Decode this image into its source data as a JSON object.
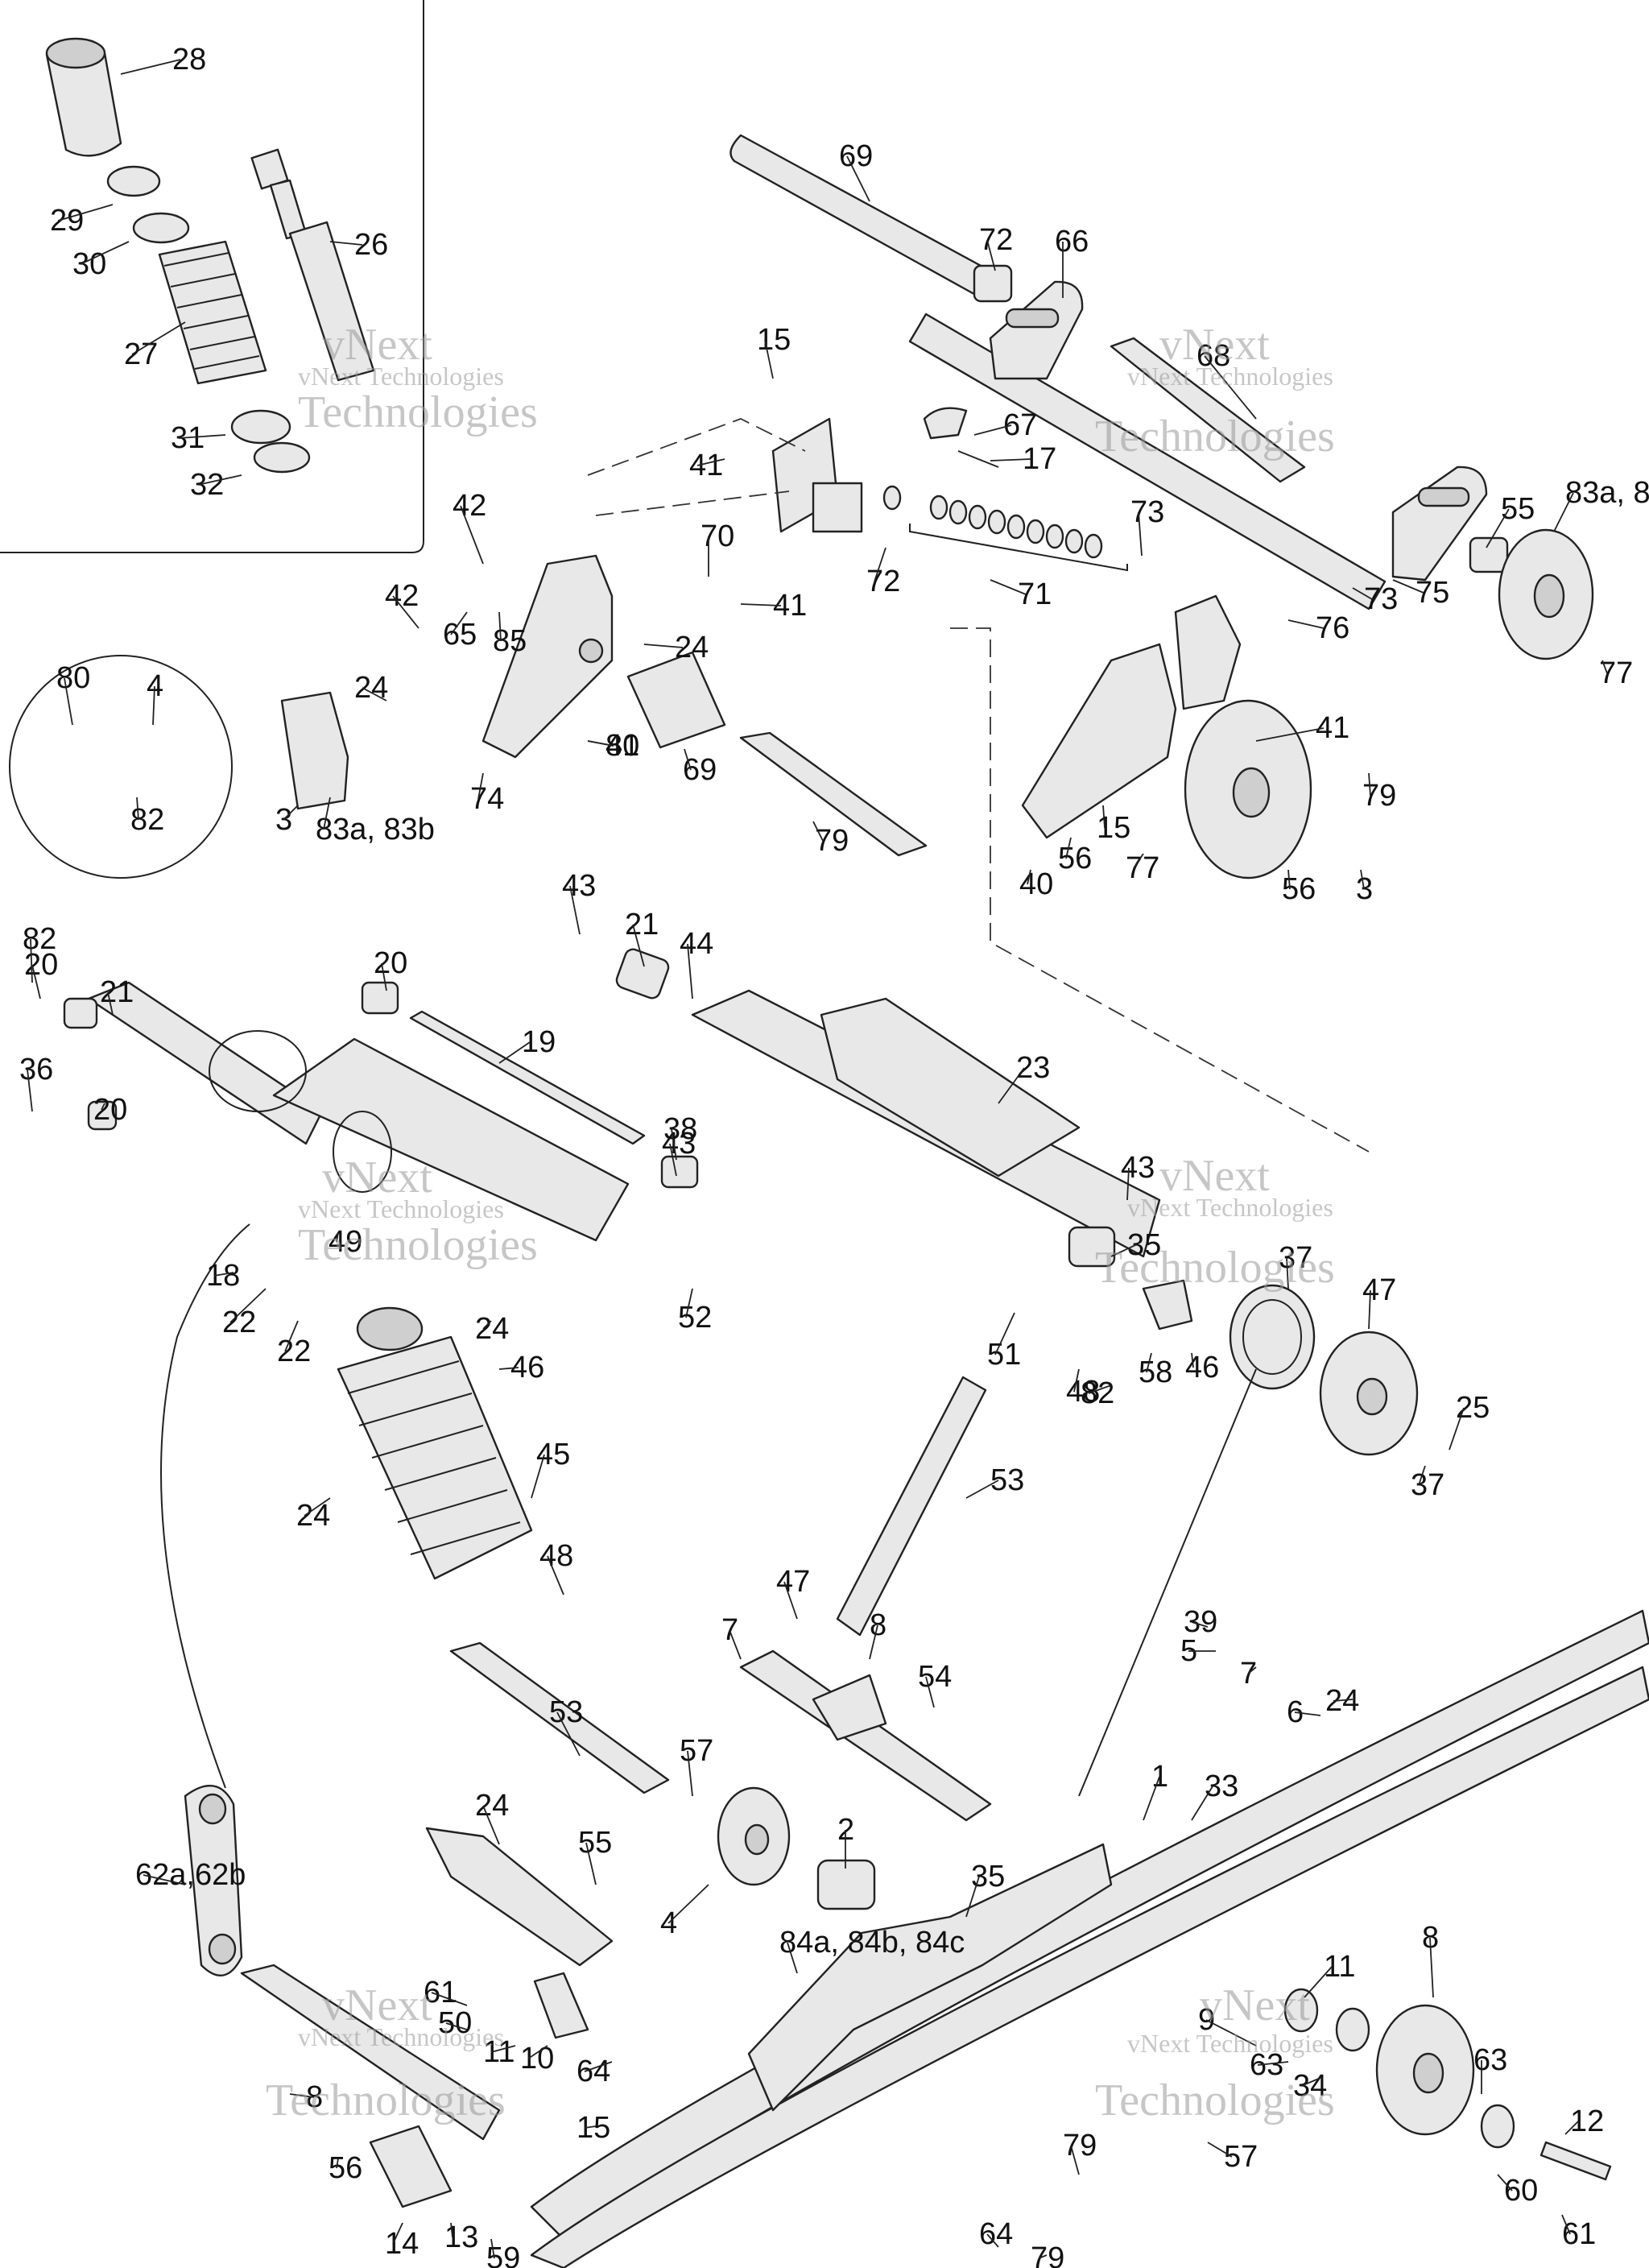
{
  "watermark": {
    "line1": "vNext",
    "line2": "vNext Technologies",
    "line3": "Technologies"
  },
  "callouts": [
    "28",
    "29",
    "30",
    "27",
    "26",
    "31",
    "32",
    "69",
    "72",
    "66",
    "15",
    "68",
    "67",
    "17",
    "41",
    "55",
    "83a, 8",
    "42",
    "70",
    "73",
    "72",
    "71",
    "41",
    "73",
    "75",
    "76",
    "77",
    "65",
    "85",
    "24",
    "42",
    "81",
    "80",
    "4",
    "24",
    "40",
    "83a, 83b",
    "41",
    "3",
    "74",
    "69",
    "79",
    "79",
    "56",
    "77",
    "56",
    "3",
    "40",
    "15",
    "82",
    "43",
    "21",
    "44",
    "82",
    "20",
    "21",
    "20",
    "19",
    "38",
    "23",
    "36",
    "20",
    "43",
    "43",
    "35",
    "18",
    "49",
    "37",
    "22",
    "47",
    "52",
    "22",
    "24",
    "46",
    "51",
    "58",
    "46",
    "48",
    "82",
    "25",
    "45",
    "53",
    "37",
    "24",
    "48",
    "47",
    "8",
    "39",
    "7",
    "5",
    "7",
    "6",
    "24",
    "54",
    "53",
    "57",
    "1",
    "33",
    "24",
    "55",
    "2",
    "35",
    "62a,62b",
    "4",
    "84a, 84b, 84c",
    "8",
    "61",
    "11",
    "50",
    "9",
    "11",
    "10",
    "64",
    "63",
    "63",
    "34",
    "8",
    "15",
    "56",
    "57",
    "79",
    "12",
    "14",
    "13",
    "59",
    "60",
    "61",
    "64",
    "79"
  ],
  "colors": {
    "line": "#222222",
    "fill": "#e8e8e8",
    "background": "#ffffff"
  }
}
